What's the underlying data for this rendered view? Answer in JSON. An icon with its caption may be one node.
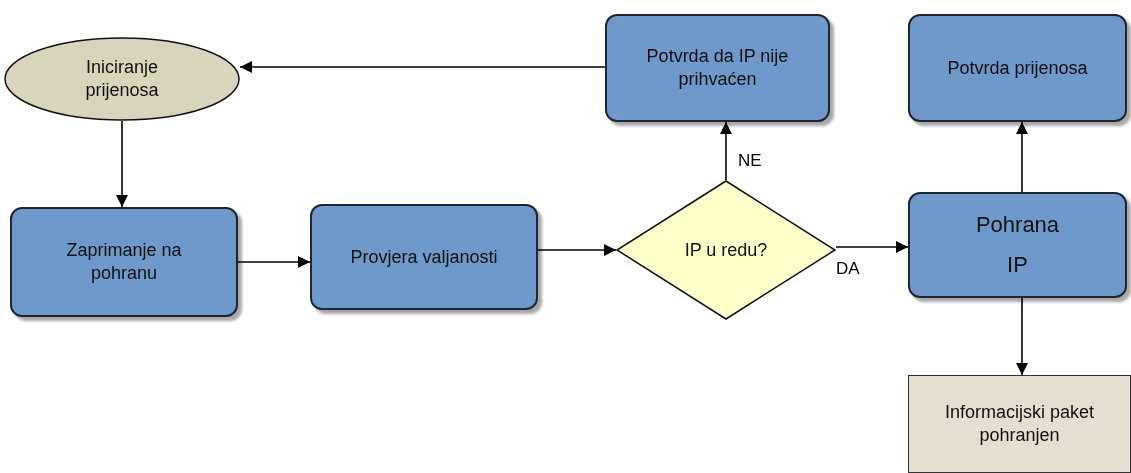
{
  "diagram": {
    "nodes": [
      {
        "text": [
          "Iniciranje prijenosa"
        ]
      },
      {
        "text": [
          "Potvrda da IP nije prihvaćen"
        ]
      },
      {
        "text": [
          "Potvrda prijenosa"
        ]
      },
      {
        "text": [
          "Zaprimanje na pohranu"
        ]
      },
      {
        "text": [
          "Provjera valjanosti"
        ]
      },
      {
        "text": [
          "IP u redu?"
        ]
      },
      {
        "text": [
          "Pohrana IP"
        ]
      },
      {
        "text": [
          "Informacijski paket pohranjen"
        ]
      }
    ],
    "edges": [
      {
        "from": 1,
        "to": 0,
        "arrow": "to"
      },
      {
        "from": 0,
        "to": 3,
        "arrow": "to"
      },
      {
        "from": 3,
        "to": 4,
        "arrow": "to"
      },
      {
        "from": 4,
        "to": 5,
        "arrow": "to"
      },
      {
        "from": 5,
        "to": 1,
        "arrow": "to",
        "label": "NE"
      },
      {
        "from": 5,
        "to": 6,
        "arrow": "to",
        "label": "DA"
      },
      {
        "from": 6,
        "to": 2,
        "arrow": "to"
      },
      {
        "from": 6,
        "to": 7,
        "arrow": "to"
      }
    ]
  }
}
